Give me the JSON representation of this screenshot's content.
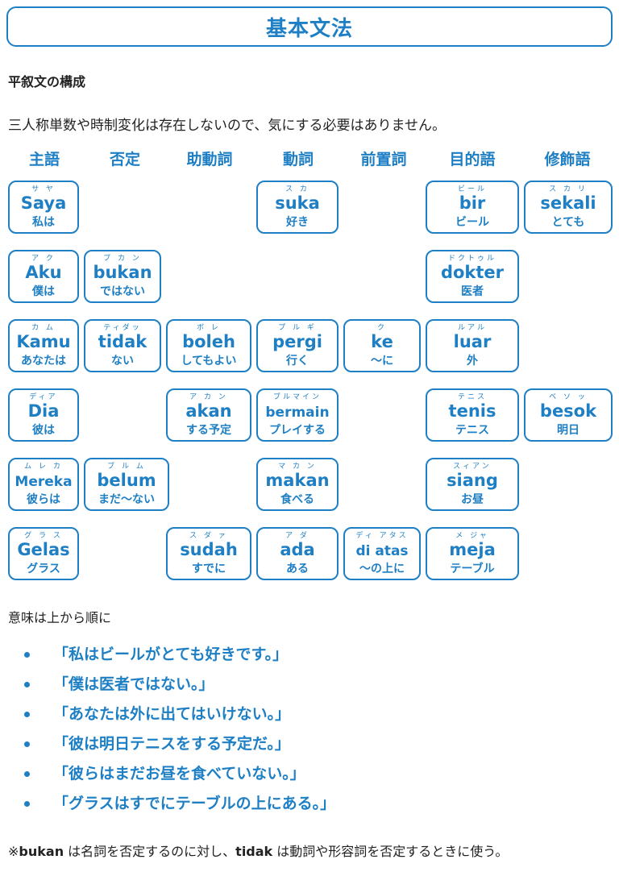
{
  "title": "基本文法",
  "section_heading": "平叙文の構成",
  "intro": "三人称単数や時制変化は存在しないので、気にする必要はありません。",
  "columns": [
    "主語",
    "否定",
    "助動詞",
    "動詞",
    "前置詞",
    "目的語",
    "修飾語"
  ],
  "words": {
    "saya": {
      "furi": "サ ヤ",
      "word": "Saya",
      "mean": "私は"
    },
    "aku": {
      "furi": "ア ク",
      "word": "Aku",
      "mean": "僕は"
    },
    "kamu": {
      "furi": "カ ム",
      "word": "Kamu",
      "mean": "あなたは"
    },
    "dia": {
      "furi": "ディア",
      "word": "Dia",
      "mean": "彼は"
    },
    "mereka": {
      "furi": "ム レ カ",
      "word": "Mereka",
      "mean": "彼らは"
    },
    "gelas": {
      "furi": "グ ラ ス",
      "word": "Gelas",
      "mean": "グラス"
    },
    "bukan": {
      "furi": "ブ カ ン",
      "word": "bukan",
      "mean": "ではない"
    },
    "tidak": {
      "furi": "ティダッ",
      "word": "tidak",
      "mean": "ない"
    },
    "belum": {
      "furi": "ブ ル ム",
      "word": "belum",
      "mean": "まだ～ない"
    },
    "boleh": {
      "furi": "ボ レ",
      "word": "boleh",
      "mean": "してもよい"
    },
    "akan": {
      "furi": "ア カ ン",
      "word": "akan",
      "mean": "する予定"
    },
    "sudah": {
      "furi": "ス ダ ァ",
      "word": "sudah",
      "mean": "すでに"
    },
    "suka": {
      "furi": "ス カ",
      "word": "suka",
      "mean": "好き"
    },
    "pergi": {
      "furi": "プ ル ギ",
      "word": "pergi",
      "mean": "行く"
    },
    "bermain": {
      "furi": "ブルマイン",
      "word": "bermain",
      "mean": "プレイする"
    },
    "makan": {
      "furi": "マ カ ン",
      "word": "makan",
      "mean": "食べる"
    },
    "ada": {
      "furi": "ア ダ",
      "word": "ada",
      "mean": "ある"
    },
    "ke": {
      "furi": "ク",
      "word": "ke",
      "mean": "～に"
    },
    "diatas": {
      "furi": "ディ アタス",
      "word": "di atas",
      "mean": "～の上に"
    },
    "bir": {
      "furi": "ビール",
      "word": "bir",
      "mean": "ビール"
    },
    "dokter": {
      "furi": "ドクトゥル",
      "word": "dokter",
      "mean": "医者"
    },
    "luar": {
      "furi": "ルアル",
      "word": "luar",
      "mean": "外"
    },
    "tenis": {
      "furi": "テニス",
      "word": "tenis",
      "mean": "テニス"
    },
    "siang": {
      "furi": "スィアン",
      "word": "siang",
      "mean": "お昼"
    },
    "meja": {
      "furi": "メ ジャ",
      "word": "meja",
      "mean": "テーブル"
    },
    "sekali": {
      "furi": "ス カ リ",
      "word": "sekali",
      "mean": "とても"
    },
    "besok": {
      "furi": "ベ ソ ッ",
      "word": "besok",
      "mean": "明日"
    }
  },
  "meaning_lead": "意味は上から順に",
  "sentences": [
    "「私はビールがとても好きです。」",
    "「僕は医者ではない。」",
    "「あなたは外に出てはいけない。」",
    "「彼は明日テニスをする予定だ。」",
    "「彼らはまだお昼を食べていない。」",
    "「グラスはすでにテーブルの上にある。」"
  ],
  "note": {
    "prefix": "※",
    "word1": "bukan",
    "mid": " は名詞を否定するのに対し、",
    "word2": "tidak",
    "suffix": " は動詞や形容詞を否定するときに使う。"
  },
  "colors": {
    "accent": "#1e7fc4"
  }
}
